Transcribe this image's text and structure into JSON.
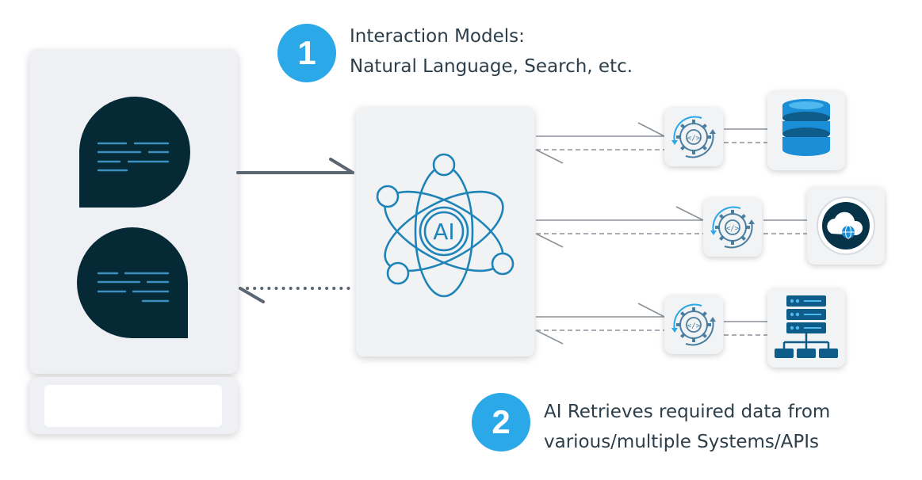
{
  "step1": {
    "number": "1",
    "line1": "Interaction Models:",
    "line2": "Natural Language, Search, etc."
  },
  "step2": {
    "number": "2",
    "line1": "AI Retrieves required data from",
    "line2": "various/multiple Systems/APIs"
  },
  "ai_label": "AI",
  "colors": {
    "accent": "#2aa8e8",
    "bubble": "#052a36",
    "bubble_lines": "#3d8fc0",
    "ai_stroke": "#1e84b8"
  },
  "systems": [
    {
      "name": "database-icon"
    },
    {
      "name": "cloud-globe-icon"
    },
    {
      "name": "server-network-icon"
    }
  ]
}
